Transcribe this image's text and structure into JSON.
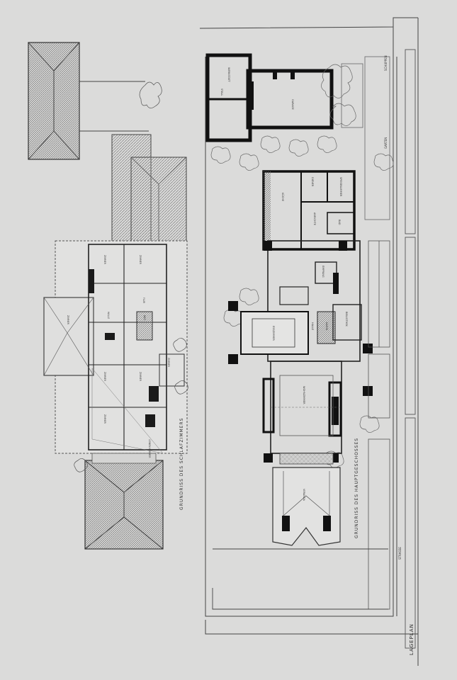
{
  "sheet": {
    "caption_upper": "GRUNDRISS DES SCHLAFZIMMERS",
    "caption_lower": "GRUNDRISS DES HAUPTGESCHOSSES",
    "caption_site": "LAGEPLAN",
    "street_label": "STRASSE",
    "road_label": "SCHUPPEN"
  },
  "upper_floor": {
    "rooms": [
      "HALLE",
      "FLUR",
      "BAD",
      "ZIMMER",
      "ZIMMER",
      "ZIMMER",
      "ZIMMER",
      "ZIMMER",
      "ZIMMER",
      "ZIMMER",
      "LEINEN KAMMER"
    ]
  },
  "main_floor": {
    "rooms": [
      "WERKSTATT",
      "STALL",
      "GARAGE",
      "GARTEN",
      "KÜCHE",
      "DIENER",
      "SPEISEKAMMER",
      "ANRICHTE",
      "BAD",
      "ESSZIMMER",
      "HALLE",
      "KAMIN",
      "WOHNZIMMER",
      "VERANDA",
      "BIBLIOTHEK",
      "EMPFANG"
    ]
  }
}
